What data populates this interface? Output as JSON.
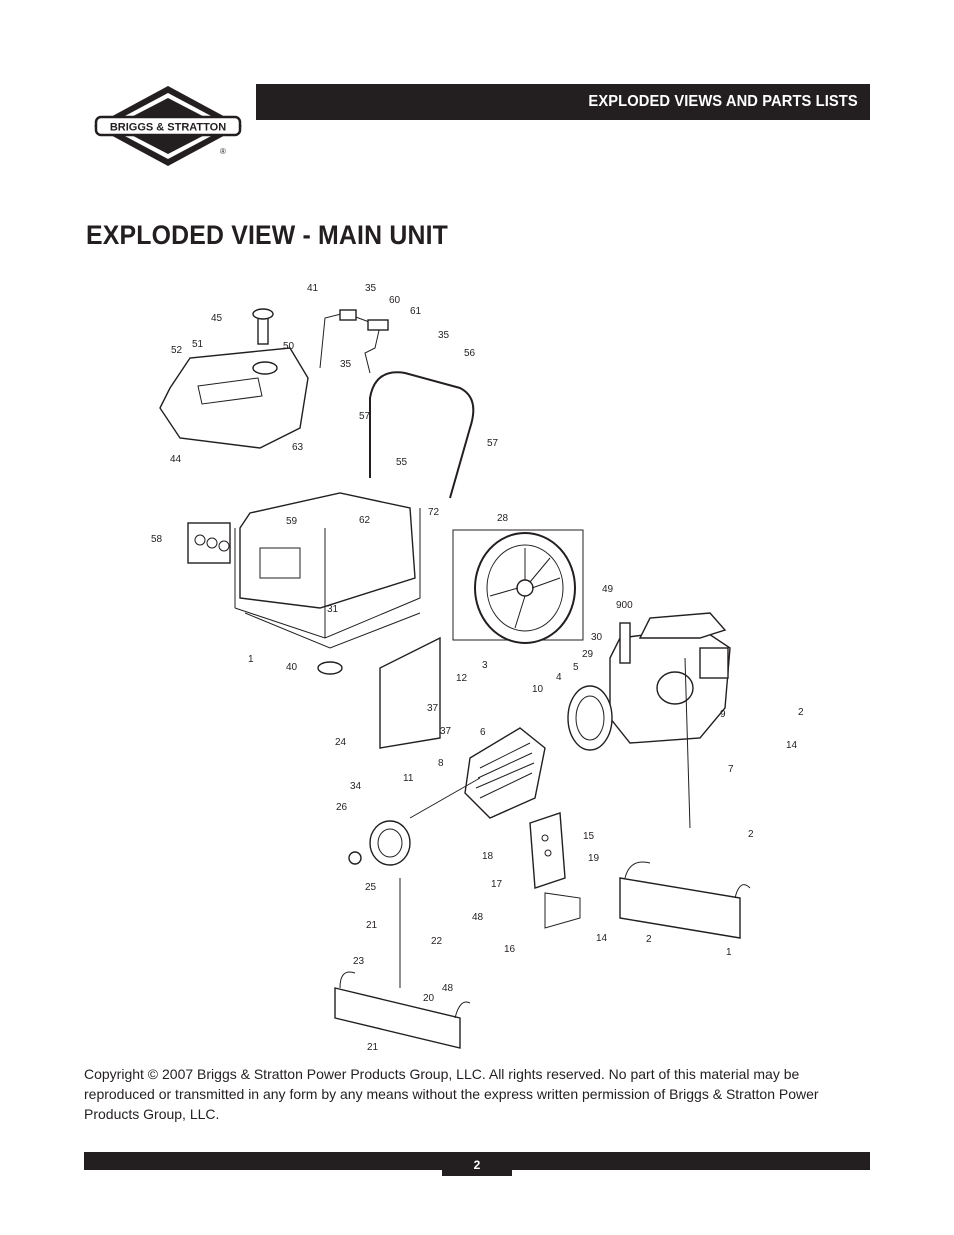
{
  "brand": {
    "logo_text": "BRIGGS & STRATTON",
    "registered_mark": "®"
  },
  "header": {
    "section_title": "EXPLODED VIEWS AND PARTS LISTS"
  },
  "page": {
    "title": "EXPLODED VIEW - MAIN UNIT",
    "page_number": "2"
  },
  "copyright": "Copyright © 2007 Briggs & Stratton Power Products Group, LLC.  All rights reserved.  No part of this material may be reproduced or transmitted in any form by any means without the express written permission of Briggs & Stratton Power Products Group, LLC.",
  "diagram": {
    "labels": [
      "41",
      "35",
      "60",
      "61",
      "35",
      "45",
      "52",
      "51",
      "50",
      "35",
      "56",
      "44",
      "63",
      "57",
      "55",
      "57",
      "62",
      "72",
      "28",
      "58",
      "59",
      "49",
      "900",
      "31",
      "1",
      "40",
      "30",
      "29",
      "3",
      "12",
      "5",
      "4",
      "10",
      "24",
      "37",
      "37",
      "6",
      "9",
      "2",
      "14",
      "34",
      "11",
      "8",
      "7",
      "26",
      "15",
      "2",
      "18",
      "19",
      "17",
      "25",
      "21",
      "48",
      "22",
      "14",
      "2",
      "16",
      "1",
      "23",
      "48",
      "20",
      "21"
    ]
  }
}
